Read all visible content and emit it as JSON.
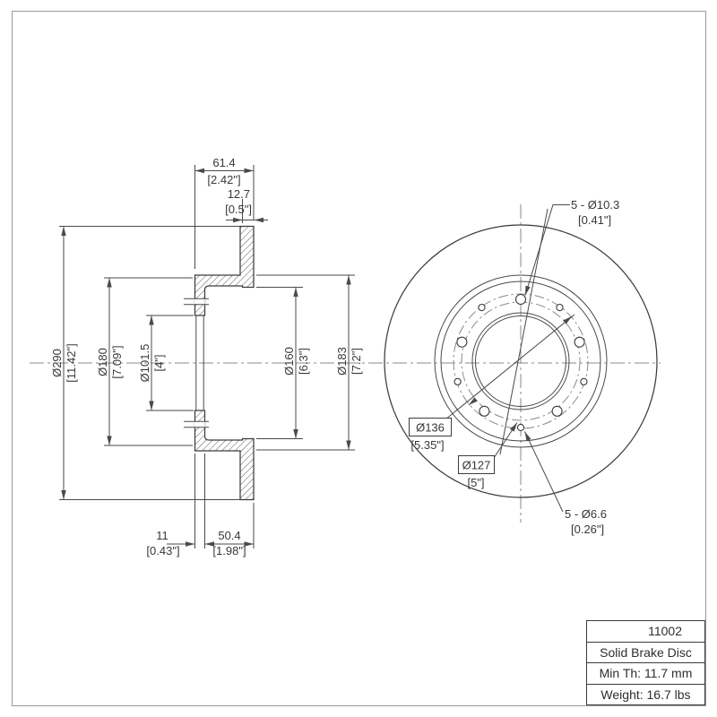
{
  "colors": {
    "line": "#3c3c3c",
    "centerline": "#8a8a8a",
    "frame": "#9a9a9a",
    "background": "#ffffff"
  },
  "section_view": {
    "dimensions": {
      "overall_width": {
        "mm": "61.4",
        "inch": "[2.42\"]"
      },
      "disc_thickness": {
        "mm": "12.7",
        "inch": "[0.5\"]"
      },
      "outer_diameter": {
        "mm": "Ø290",
        "inch": "[11.42\"]"
      },
      "flange_diameter": {
        "mm": "Ø180",
        "inch": "[7.09\"]"
      },
      "center_bore": {
        "mm": "Ø101.5",
        "inch": "[4\"]"
      },
      "friction_inner_diameter": {
        "mm": "Ø160",
        "inch": "[6.3\"]"
      },
      "hat_outer_diameter": {
        "mm": "Ø183",
        "inch": "[7.2\"]"
      },
      "flange_thickness": {
        "mm": "11",
        "inch": "[0.43\"]"
      },
      "hat_depth": {
        "mm": "50.4",
        "inch": "[1.98\"]"
      }
    }
  },
  "front_view": {
    "dimensions": {
      "lug_holes": {
        "mm": "5 - Ø10.3",
        "inch": "[0.41\"]"
      },
      "small_holes": {
        "mm": "5 - Ø6.6",
        "inch": "[0.26\"]"
      },
      "bolt_circle_large": {
        "mm": "Ø136",
        "inch": "[5.35\"]"
      },
      "bolt_circle_small": {
        "mm": "Ø127",
        "inch": "[5\"]"
      }
    }
  },
  "info_table": {
    "part_number": "11002",
    "product_type": "Solid Brake Disc",
    "min_thickness": "Min Th: 11.7 mm",
    "weight": "Weight: 16.7 lbs"
  }
}
